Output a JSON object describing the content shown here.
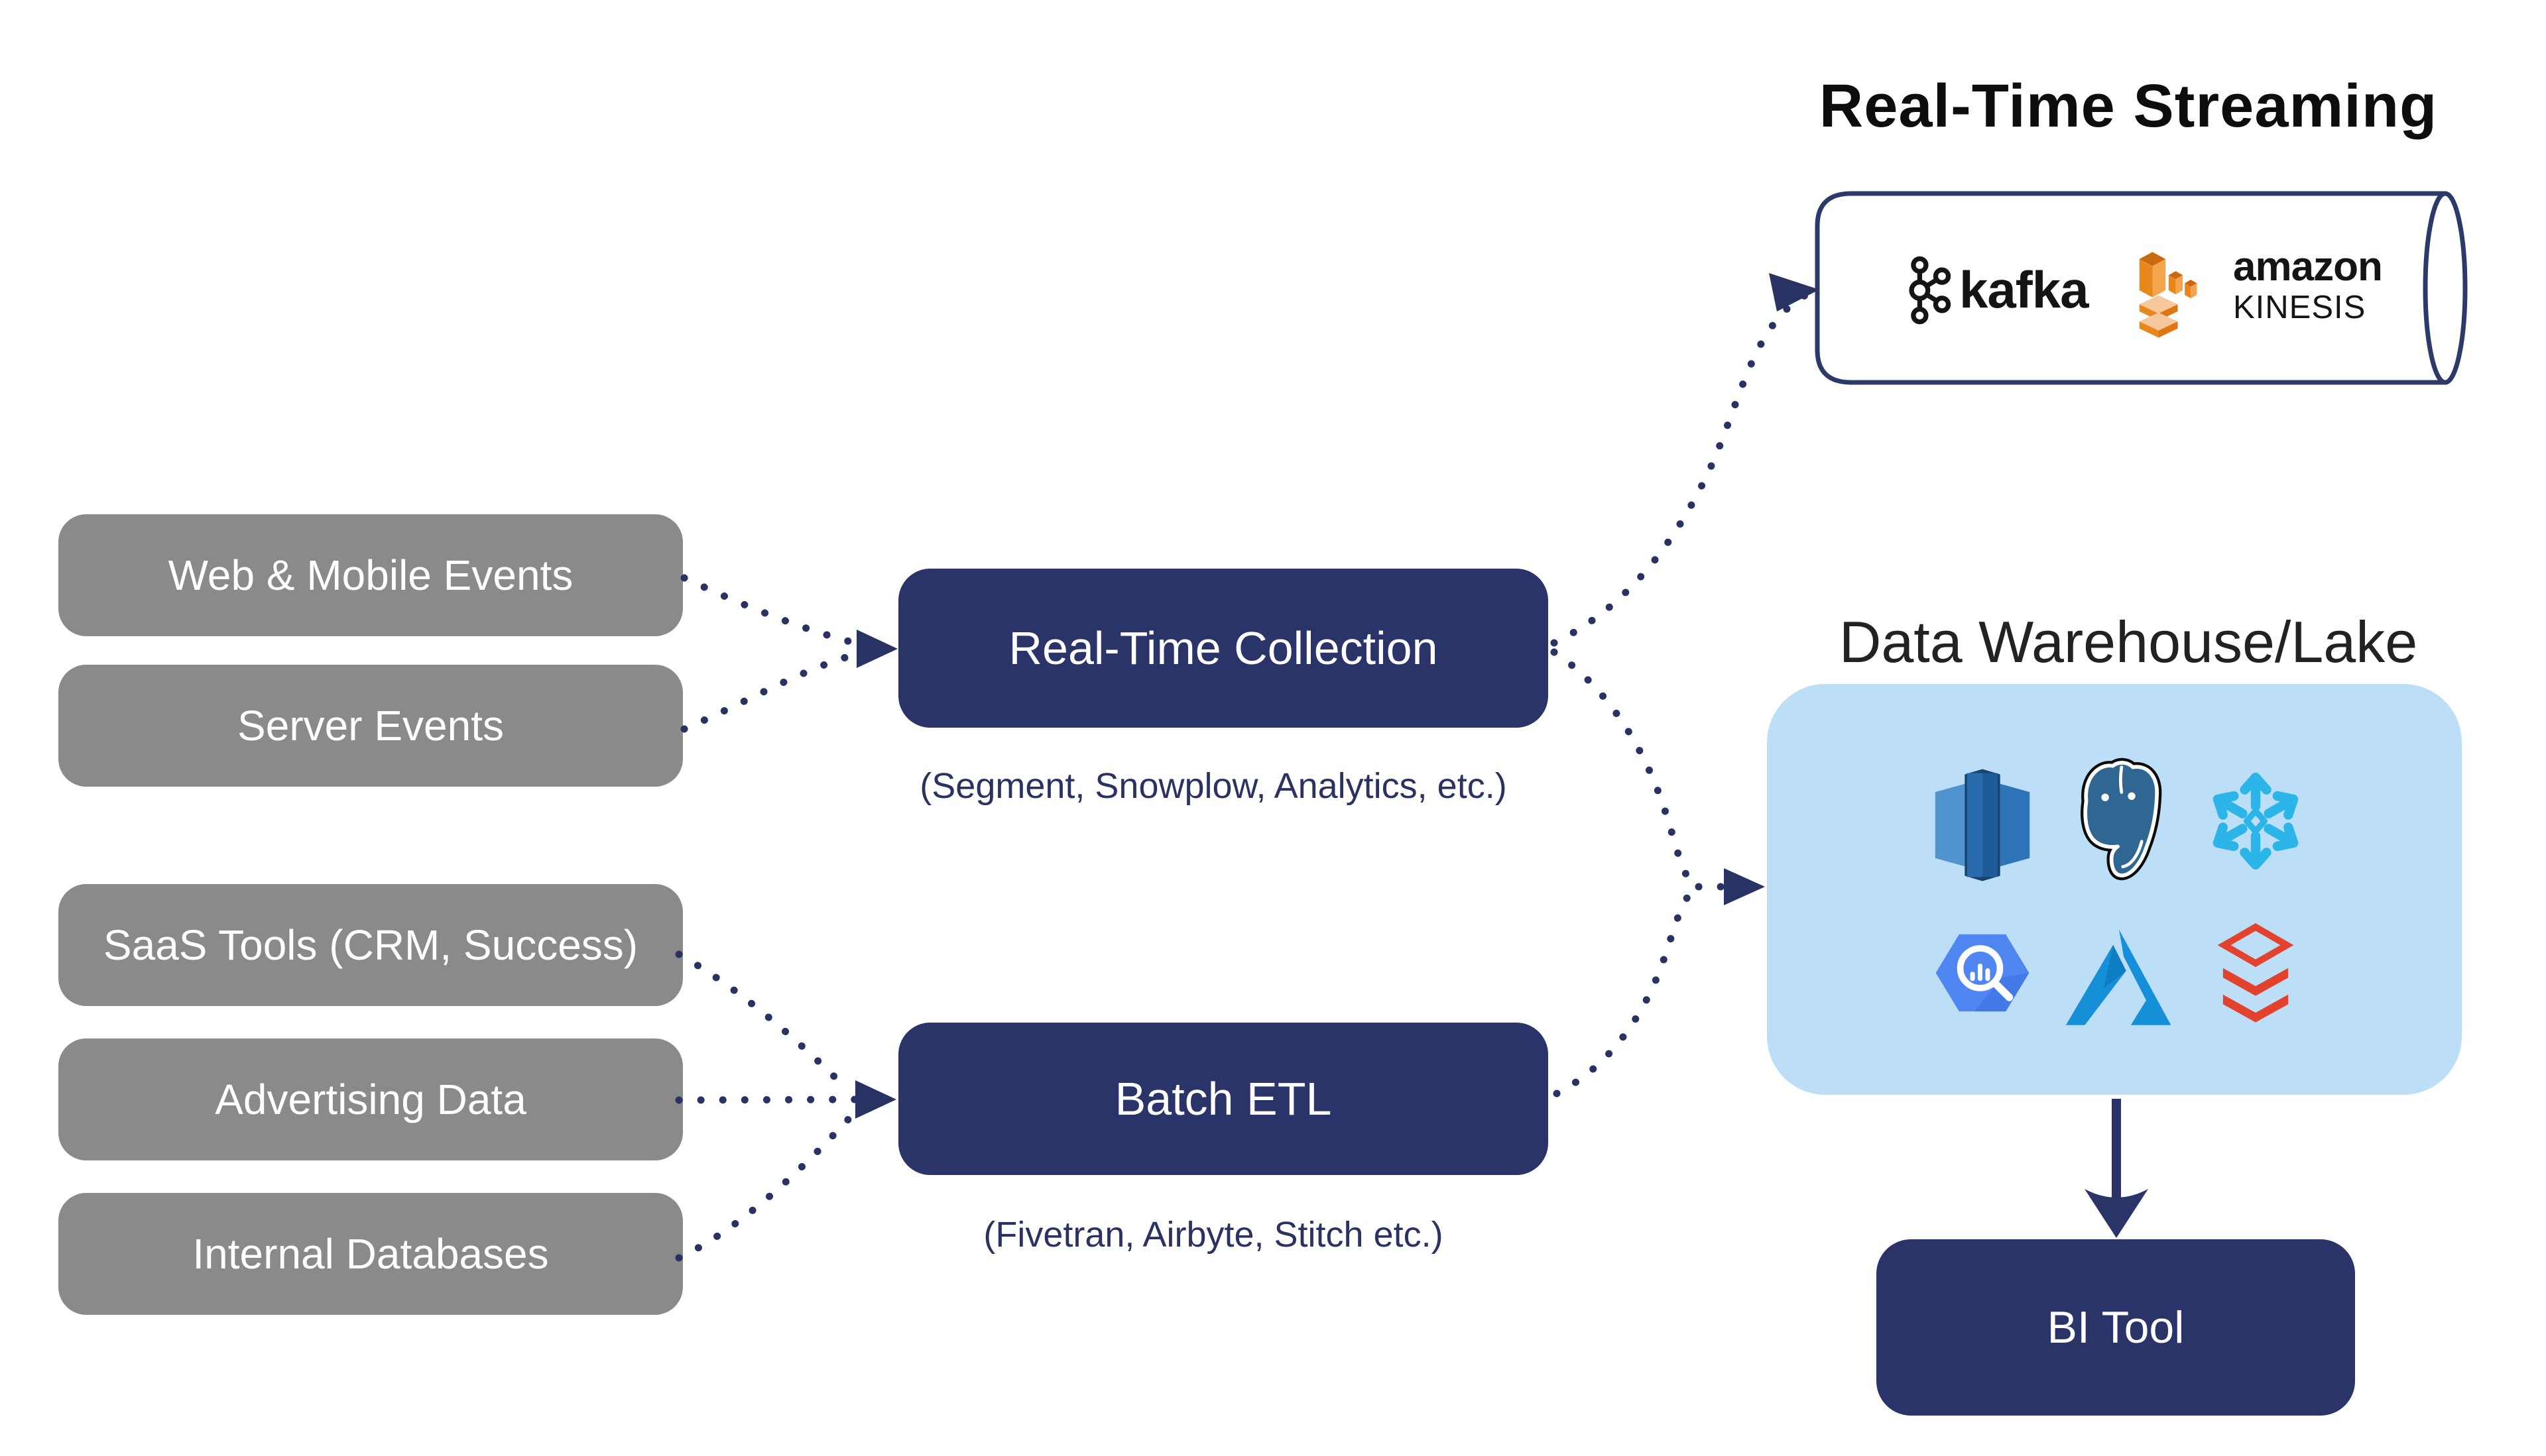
{
  "titles": {
    "streaming": "Real-Time Streaming",
    "warehouse": "Data Warehouse/Lake"
  },
  "sources": {
    "realtime": [
      {
        "label": "Web & Mobile Events"
      },
      {
        "label": "Server Events"
      }
    ],
    "batch": [
      {
        "label": "SaaS Tools (CRM, Success)"
      },
      {
        "label": "Advertising Data"
      },
      {
        "label": "Internal Databases"
      }
    ]
  },
  "processors": {
    "realtime": {
      "label": "Real-Time Collection",
      "caption": "(Segment, Snowplow, Analytics, etc.)"
    },
    "batch": {
      "label": "Batch ETL",
      "caption": "(Fivetran, Airbyte, Stitch etc.)"
    }
  },
  "streaming_bucket": {
    "kafka_label": "kafka",
    "amazon_label": "amazon",
    "kinesis_label": "KINESIS",
    "icons": [
      "kafka-icon",
      "amazon-kinesis-icon"
    ]
  },
  "warehouse": {
    "logos": [
      "amazon-redshift",
      "postgresql",
      "snowflake",
      "google-bigquery",
      "microsoft-azure",
      "databricks"
    ]
  },
  "bi": {
    "label": "BI Tool"
  },
  "colors": {
    "navy_box": "#2A3468",
    "connector_navy": "#293363",
    "source_gray": "#8A8A8A",
    "warehouse_blue": "#BCDEF7",
    "title_black": "#0d0d0d",
    "kafka_black": "#141414",
    "aws_orange": "#E8871C",
    "redshift_blue": "#2E73B8",
    "postgres_blue": "#336791",
    "snowflake_cyan": "#2BB5E8",
    "bigquery_blue": "#5086F2",
    "azure_blue": "#1590D8",
    "databricks_red": "#E3422E"
  }
}
